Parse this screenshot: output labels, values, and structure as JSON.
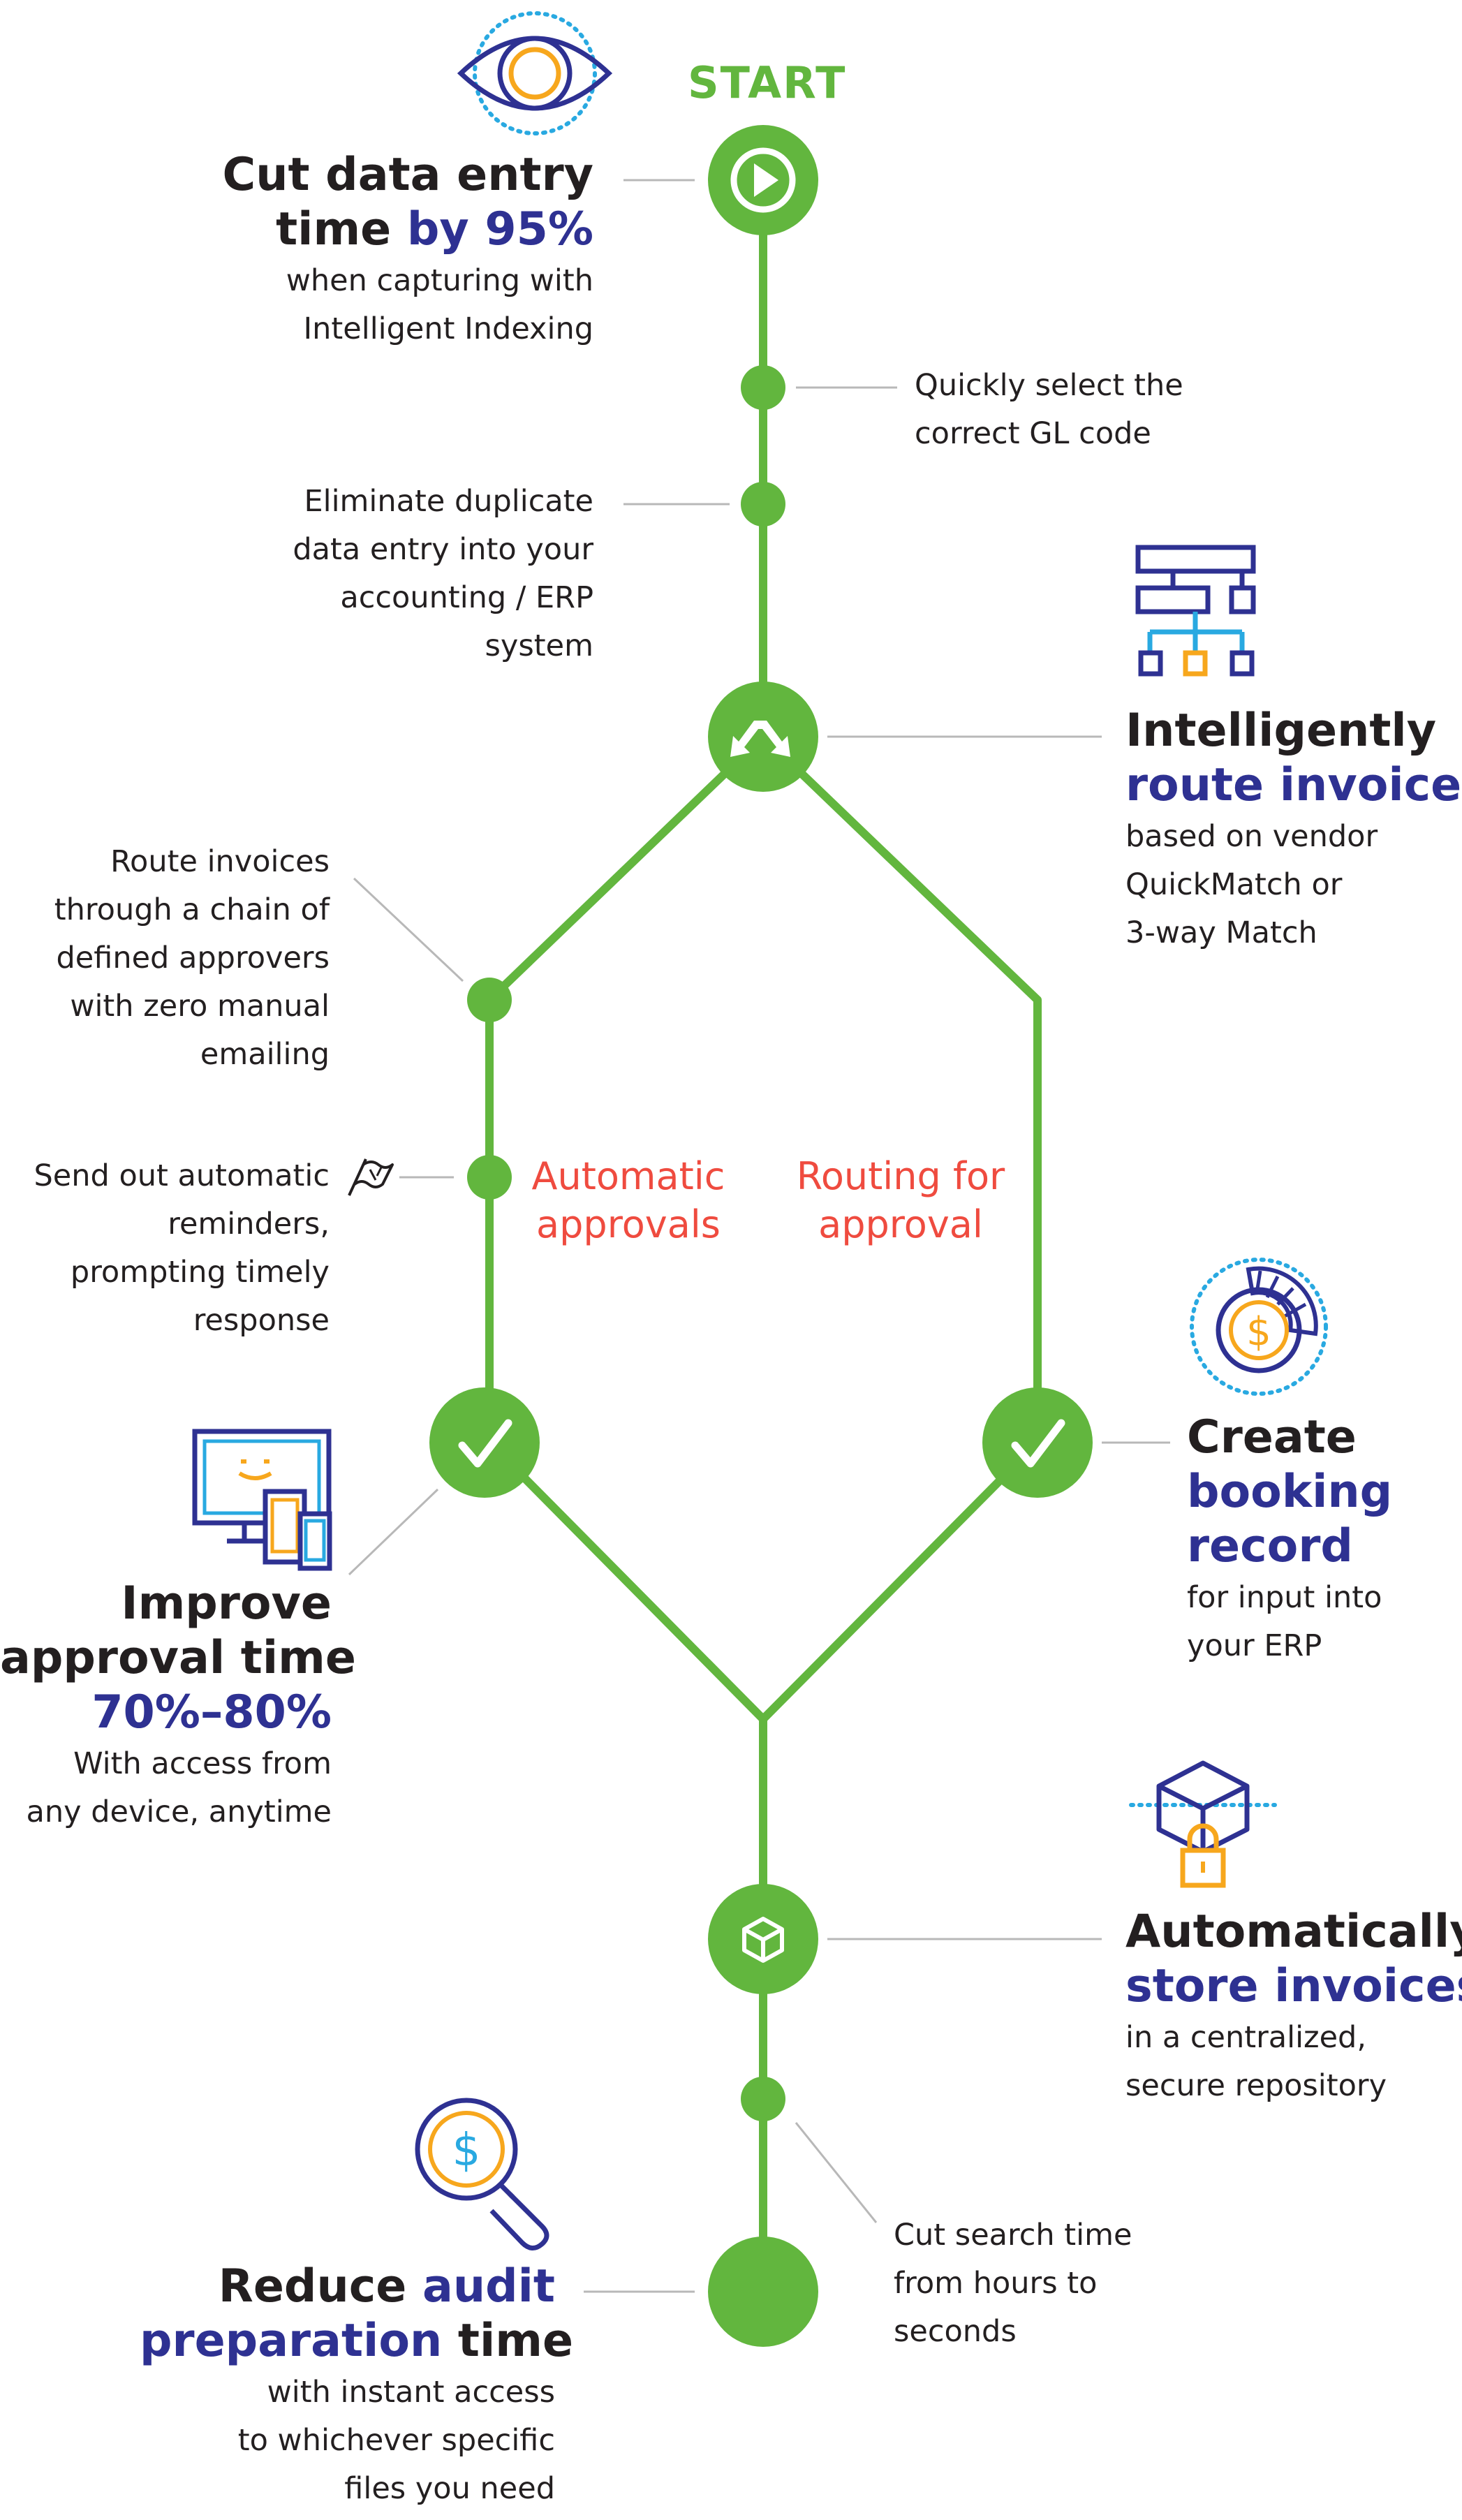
{
  "colors": {
    "green": "#62b63e",
    "blue": "#2e3192",
    "sky": "#29a9e1",
    "orange": "#f7a71d",
    "red": "#ef4b3f",
    "text": "#231f20"
  },
  "start_label": "START",
  "steps": {
    "data_entry": {
      "icon": "eye-icon",
      "headline": [
        "Cut data entry",
        "time "
      ],
      "headline_highlight": "by 95%",
      "detail": [
        "when capturing with",
        "Intelligent Indexing"
      ]
    },
    "gl_code": {
      "detail": [
        "Quickly select the",
        "correct GL code"
      ]
    },
    "duplicate_entry": {
      "detail": [
        "Eliminate duplicate",
        "data entry into your",
        "accounting / ERP",
        "system"
      ]
    },
    "route": {
      "icon": "org-chart-icon",
      "headline": "Intelligently",
      "headline_highlight": "route invoices",
      "detail": [
        "based on vendor",
        "QuickMatch or",
        "3-way Match"
      ]
    },
    "approver_chain": {
      "detail": [
        "Route invoices",
        "through a chain of",
        "defined approvers",
        "with zero manual",
        "emailing"
      ]
    },
    "reminders": {
      "icon": "flag-icon",
      "detail": [
        "Send out automatic",
        "reminders,",
        "prompting timely",
        "response"
      ]
    },
    "automatic_approvals": [
      "Automatic",
      "approvals"
    ],
    "routing_for_approval": [
      "Routing for",
      "approval"
    ],
    "approval_time": {
      "icon": "devices-icon",
      "headline": [
        "Improve",
        "approval time"
      ],
      "headline_highlight": "70%–80%",
      "detail": [
        "With access from",
        "any device, anytime"
      ]
    },
    "booking_record": {
      "icon": "dollar-gauge-icon",
      "headline": "Create",
      "headline_highlight": [
        "booking",
        "record"
      ],
      "detail": [
        "for input into",
        "your ERP"
      ]
    },
    "store": {
      "icon": "locked-box-icon",
      "headline": "Automatically",
      "headline_highlight": "store invoices",
      "detail": [
        "in a centralized,",
        "secure repository"
      ]
    },
    "search": {
      "detail": [
        "Cut search time",
        "from hours to",
        "seconds"
      ]
    },
    "audit": {
      "icon": "dollar-magnifier-icon",
      "headline_start": "Reduce ",
      "headline_highlight_1": "audit",
      "headline_highlight_2": "preparation",
      "headline_end": " time",
      "detail": [
        "with instant access",
        "to whichever specific",
        "files you need"
      ]
    }
  }
}
